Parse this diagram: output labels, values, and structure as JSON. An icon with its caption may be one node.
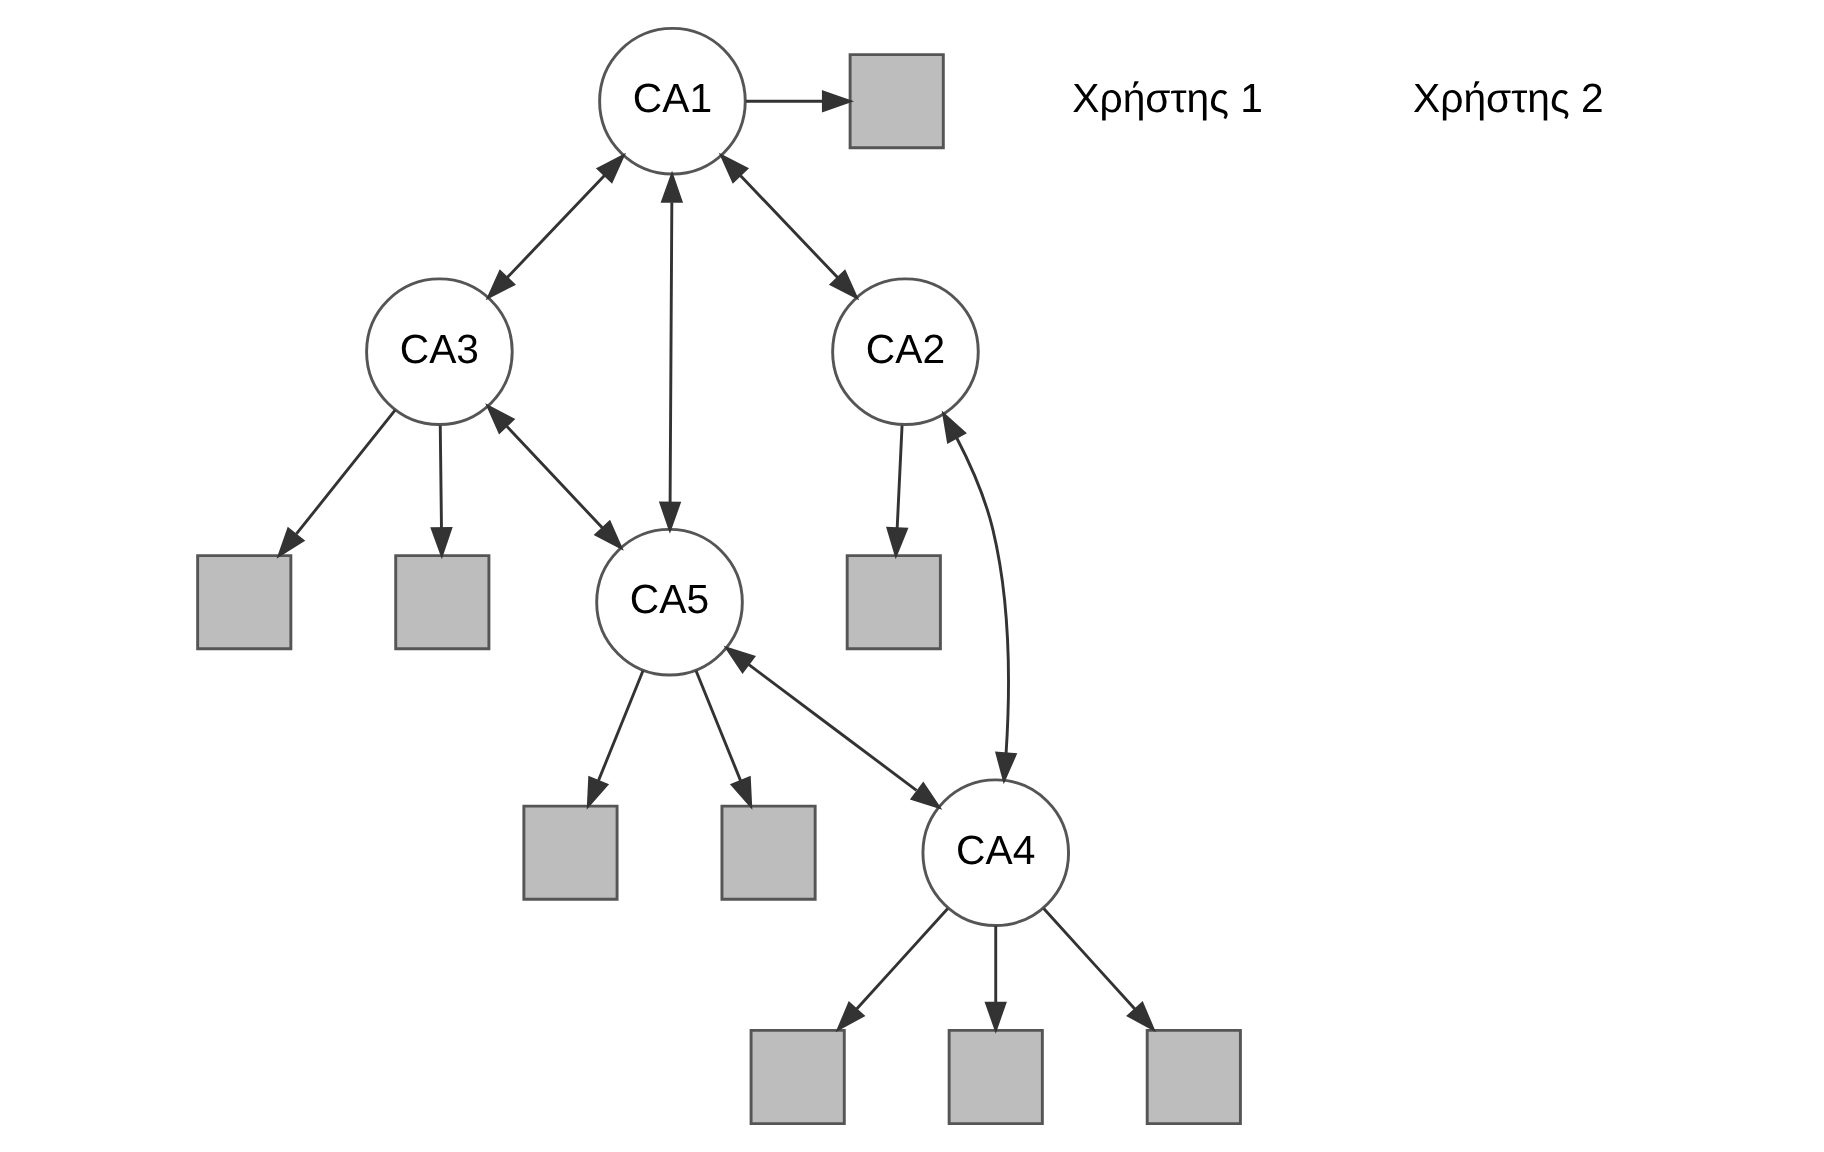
{
  "diagram": {
    "nodes": [
      {
        "text": [],
        "shape": "box"
      },
      {
        "text": [
          "CA1"
        ]
      },
      {
        "text": [
          "CA3"
        ]
      },
      {
        "text": [
          "CA2"
        ]
      },
      {
        "text": [],
        "shape": "box"
      },
      {
        "text": [],
        "shape": "box"
      },
      {
        "text": [
          "CA5"
        ]
      },
      {
        "text": [],
        "shape": "box"
      },
      {
        "text": [],
        "shape": "box"
      },
      {
        "text": [],
        "shape": "box"
      },
      {
        "text": [
          "CA4"
        ]
      },
      {
        "text": [],
        "shape": "box"
      },
      {
        "text": [],
        "shape": "box"
      },
      {
        "text": [],
        "shape": "box"
      }
    ],
    "edges": [
      {
        "from": 1,
        "to": 0,
        "arrow": "to"
      },
      {
        "from": 1,
        "to": 2,
        "arrow": "both"
      },
      {
        "from": 1,
        "to": 3,
        "arrow": "both"
      },
      {
        "from": 1,
        "to": 6,
        "arrow": "both"
      },
      {
        "from": 2,
        "to": 6,
        "arrow": "both"
      },
      {
        "from": 2,
        "to": 4,
        "arrow": "to"
      },
      {
        "from": 2,
        "to": 5,
        "arrow": "to"
      },
      {
        "from": 3,
        "to": 10,
        "arrow": "both"
      },
      {
        "from": 6,
        "to": 10,
        "arrow": "both"
      },
      {
        "from": 6,
        "to": 7,
        "arrow": "to"
      },
      {
        "from": 6,
        "to": 8,
        "arrow": "to"
      },
      {
        "from": 3,
        "to": 9,
        "arrow": "to"
      },
      {
        "from": 10,
        "to": 11,
        "arrow": "to"
      },
      {
        "from": 10,
        "to": 12,
        "arrow": "to"
      },
      {
        "from": 10,
        "to": 13,
        "arrow": "to"
      }
    ],
    "labels": [
      "Χρήστης 1",
      "Χρήστης 2"
    ]
  }
}
